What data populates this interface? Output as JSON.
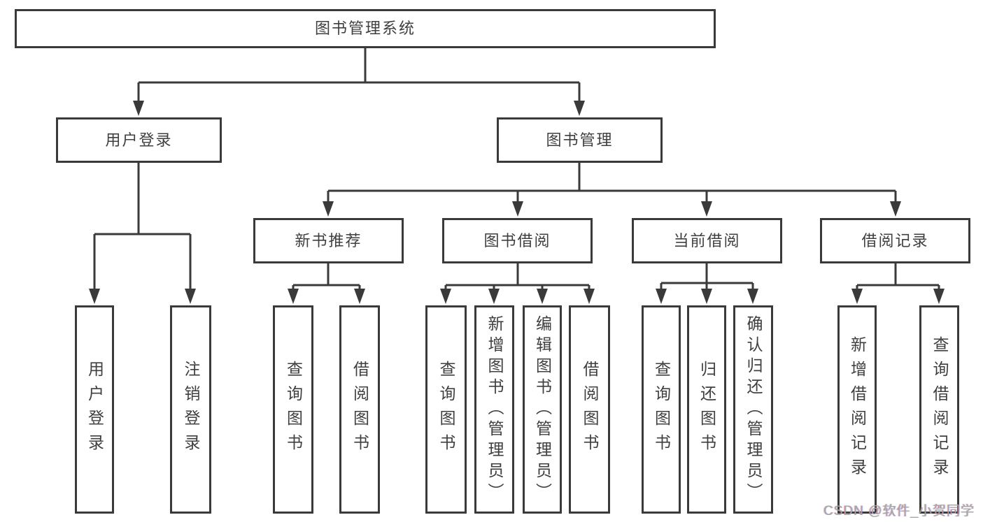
{
  "diagram": {
    "type": "tree",
    "tree": {
      "root": {
        "label": "图书管理系统"
      },
      "level2": [
        {
          "label": "用户登录"
        },
        {
          "label": "图书管理"
        }
      ],
      "level3": [
        {
          "label": "新书推荐"
        },
        {
          "label": "图书借阅"
        },
        {
          "label": "当前借阅"
        },
        {
          "label": "借阅记录"
        }
      ],
      "leaves": {
        "user_login": [
          {
            "label": "用户登录"
          },
          {
            "label": "注销登录"
          }
        ],
        "new_book": [
          {
            "label": "查询图书"
          },
          {
            "label": "借阅图书"
          }
        ],
        "book_borrow": [
          {
            "label": "查询图书"
          },
          {
            "label": "新增图书（管理员）"
          },
          {
            "label": "编辑图书（管理员）"
          },
          {
            "label": "借阅图书"
          }
        ],
        "current_borrow": [
          {
            "label": "查询图书"
          },
          {
            "label": "归还图书"
          },
          {
            "label": "确认归还（管理员）"
          }
        ],
        "borrow_record": [
          {
            "label": "新增借阅记录"
          },
          {
            "label": "查询借阅记录"
          }
        ]
      }
    },
    "colors": {
      "line": "#3a3a3a",
      "text": "#3f3f3f",
      "background": "#ffffff",
      "watermark": "#a6a6a6"
    },
    "watermark": {
      "text": "CSDN @软件_小贺同学"
    }
  }
}
